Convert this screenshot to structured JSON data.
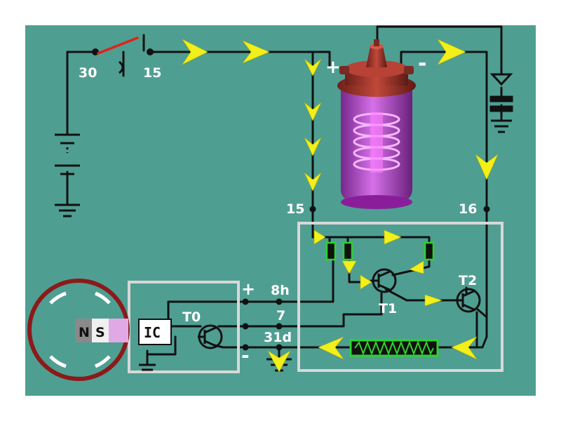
{
  "colors": {
    "background": "#4f9e92",
    "frame": "#ffffff",
    "wire": "#111111",
    "current_arrow": "#f2ef1a",
    "switch_lever": "#e0221c",
    "coil_cap": "#a53a2f",
    "coil_body": "#c23bd8",
    "module_box": "#d8d8d8",
    "resistor": "#2dd32d",
    "rotor_ring": "#8b1a1a"
  },
  "labels": {
    "terminal_30": "30",
    "terminal_15_top": "15",
    "terminal_15_module": "15",
    "terminal_16": "16",
    "coil_plus": "+",
    "coil_minus": "-",
    "terminal_8h": "8h",
    "terminal_7": "7",
    "terminal_31d": "31d",
    "sensor_plus": "+",
    "sensor_minus": "-",
    "transistor_t0": "T0",
    "transistor_t1": "T1",
    "transistor_t2": "T2",
    "ic": "IC",
    "magnet_n": "N",
    "magnet_s": "S"
  },
  "icons": {
    "ignition_switch": "switch-icon",
    "battery": "battery-icon",
    "ignition_coil": "ignition-coil-icon",
    "capacitor": "capacitor-icon",
    "ground": "ground-icon",
    "resistor": "resistor-icon",
    "transistor": "transistor-icon",
    "hall_rotor": "rotor-icon",
    "magnet": "magnet-icon",
    "current_arrow": "arrow-icon"
  }
}
